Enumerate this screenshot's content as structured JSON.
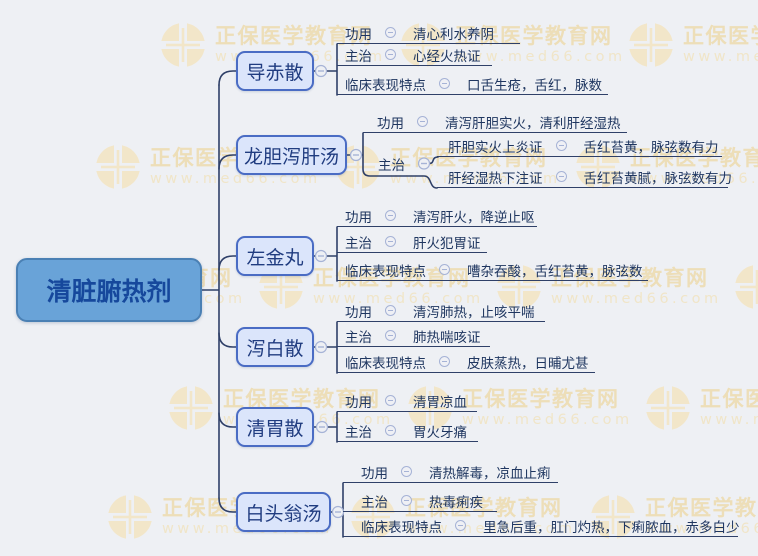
{
  "watermark": {
    "brand": "正保医学教育网",
    "url": "www.med66.com"
  },
  "icons": {
    "collapse": "minus-circle"
  },
  "colors": {
    "background": "#eef0f4",
    "root_fill": "#69a3d8",
    "root_border": "#4a80b4",
    "root_text": "#16489c",
    "node_fill": "#dbe5fb",
    "node_border": "#4a6cc4",
    "node_text": "#203c80",
    "line": "#2f4068",
    "row_text": "#1f3660",
    "collapse_icon": "#a6b3d6",
    "watermark_gold": "#eddeb8"
  },
  "root": {
    "label": "清脏腑热剂"
  },
  "branches": [
    {
      "label": "导赤散",
      "rows": [
        {
          "label": "功用",
          "value": "清心利水养阴"
        },
        {
          "label": "主治",
          "value": "心经火热证"
        },
        {
          "label": "临床表现特点",
          "value": "口舌生疮，舌红，脉数"
        }
      ]
    },
    {
      "label": "龙胆泻肝汤",
      "rows": [
        {
          "label": "功用",
          "value": "清泻肝胆实火，清利肝经湿热"
        },
        {
          "label": "主治",
          "children": [
            {
              "label": "肝胆实火上炎证",
              "value": "舌红苔黄，脉弦数有力"
            },
            {
              "label": "肝经湿热下注证",
              "value": "舌红苔黄腻，脉弦数有力"
            }
          ]
        }
      ]
    },
    {
      "label": "左金丸",
      "rows": [
        {
          "label": "功用",
          "value": "清泻肝火，降逆止呕"
        },
        {
          "label": "主治",
          "value": "肝火犯胃证"
        },
        {
          "label": "临床表现特点",
          "value": "嘈杂吞酸，舌红苔黄，脉弦数"
        }
      ]
    },
    {
      "label": "泻白散",
      "rows": [
        {
          "label": "功用",
          "value": "清泻肺热，止咳平喘"
        },
        {
          "label": "主治",
          "value": "肺热喘咳证"
        },
        {
          "label": "临床表现特点",
          "value": "皮肤蒸热，日晡尤甚"
        }
      ]
    },
    {
      "label": "清胃散",
      "rows": [
        {
          "label": "功用",
          "value": "清胃凉血"
        },
        {
          "label": "主治",
          "value": "胃火牙痛"
        }
      ]
    },
    {
      "label": "白头翁汤",
      "rows": [
        {
          "label": "功用",
          "value": "清热解毒，凉血止痢"
        },
        {
          "label": "主治",
          "value": "热毒痢疾"
        },
        {
          "label": "临床表现特点",
          "value": "里急后重，肛门灼热，下痢脓血，赤多白少"
        }
      ]
    }
  ]
}
